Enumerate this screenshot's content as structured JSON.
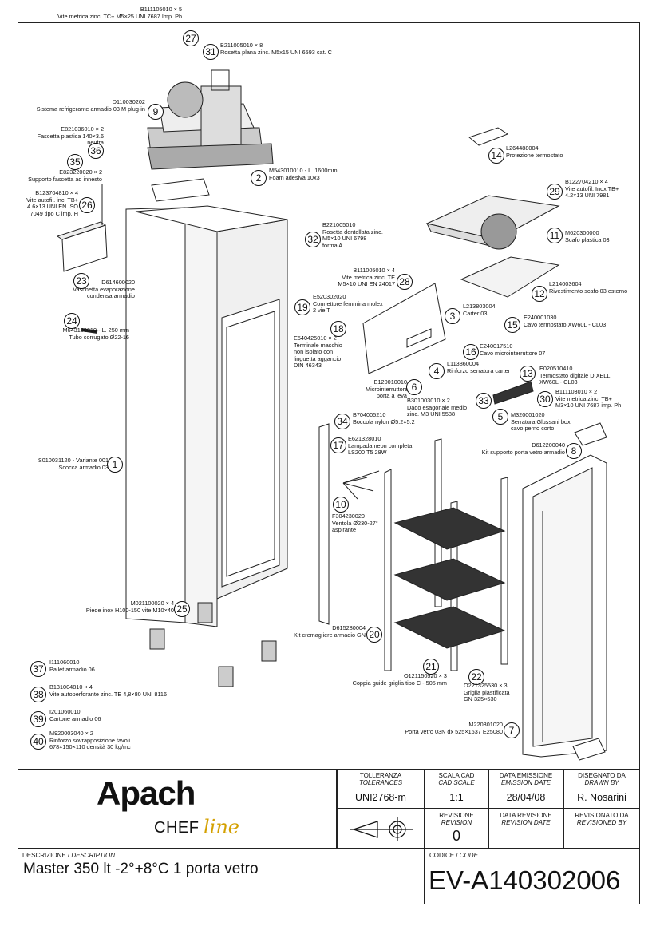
{
  "callouts": [
    {
      "n": "27",
      "code": "B111105010 × 5",
      "desc": "Vite metrica zinc. TC+ M5×25 UNI 7687 Imp. Ph"
    },
    {
      "n": "31",
      "code": "B211005010 × 8",
      "desc": "Rosetta plana zinc. M5x15 UNI 6593 cat. C"
    },
    {
      "n": "9",
      "code": "D110030202",
      "desc": "Sistema refrigerante armadio 03 M plug-in"
    },
    {
      "n": "36",
      "code": "E821036010 × 2",
      "desc": "Fascetta plastica 140×3.6 neutra"
    },
    {
      "n": "35",
      "code": "E823220020 × 2",
      "desc": "Supporto fascetta ad innesto"
    },
    {
      "n": "26",
      "code": "B123704810 × 4",
      "desc": "Vite autofil. inc. TB+\n4.6×13 UNI EN ISO\n7049 tipo C imp. H"
    },
    {
      "n": "2",
      "code": "M543010010 - L. 1600mm",
      "desc": "Foam adesiva 10x3"
    },
    {
      "n": "32",
      "code": "B221005010",
      "desc": "Rosetta dentellata zinc.\nM5×10 UNI 6798\nforma A"
    },
    {
      "n": "23",
      "code": "D614600020",
      "desc": "Vaschetta evaporazione\ncondensa armadio"
    },
    {
      "n": "24",
      "code": "M643180010 - L. 250 mm",
      "desc": "Tubo corrugato Ø22-16"
    },
    {
      "n": "28",
      "code": "B111005010 × 4",
      "desc": "Vite metrica zinc. TE\nM5×10 UNI EN 24017"
    },
    {
      "n": "19",
      "code": "E520302020",
      "desc": "Connettore femmina molex\n2 vie T"
    },
    {
      "n": "18",
      "code": "E540425010 × 2",
      "desc": "Terminale maschio\nnon isolato con\nlinguetta aggancio\nDIN 46343"
    },
    {
      "n": "14",
      "code": "L264488004",
      "desc": "Protezione termostato"
    },
    {
      "n": "29",
      "code": "B122704210 × 4",
      "desc": "Vite autofil. Inox TB+\n4.2×13 UNI 7981"
    },
    {
      "n": "11",
      "code": "M620300000",
      "desc": "Scafo plastica 03"
    },
    {
      "n": "12",
      "code": "L214003604",
      "desc": "Rivestimento scafo 03 esterno"
    },
    {
      "n": "3",
      "code": "L213803004",
      "desc": "Carter 03"
    },
    {
      "n": "15",
      "code": "E240001030",
      "desc": "Cavo termostato XW60L - CL03"
    },
    {
      "n": "16",
      "code": "E240017510",
      "desc": "Cavo microinterruttore 07"
    },
    {
      "n": "4",
      "code": "L113860004",
      "desc": "Rinforzo serratura carter"
    },
    {
      "n": "6",
      "code": "E120010010",
      "desc": "Microinterruttore porta a leva"
    },
    {
      "n": "13",
      "code": "E020510410",
      "desc": "Termostato digitale DIXELL\nXW60L - CL03"
    },
    {
      "n": "30",
      "code": "B111103010 × 2",
      "desc": "Vite metrica zinc. TB+\nM3×10 UNI 7687 imp. Ph"
    },
    {
      "n": "33",
      "code": "B301003010 × 2",
      "desc": "Dado esagonale medio\nzinc. M3 UNI 5588"
    },
    {
      "n": "5",
      "code": "M320001020",
      "desc": "Serratura Glussani box\ncavo perno corto"
    },
    {
      "n": "34",
      "code": "B704005210",
      "desc": "Boccola nylon Ø5.2×5.2"
    },
    {
      "n": "17",
      "code": "E621328010",
      "desc": "Lampada neon completa\nLS200 T5 28W"
    },
    {
      "n": "8",
      "code": "D612200040",
      "desc": "Kit supporto porta vetro armadio"
    },
    {
      "n": "1",
      "code": "S010031120 - Variante 001",
      "desc": "Scocca armadio 03"
    },
    {
      "n": "10",
      "code": "F304230020",
      "desc": "Ventola Ø230-27°\naspirante"
    },
    {
      "n": "25",
      "code": "M021100020 × 4",
      "desc": "Piede inox H100-150 vite M10×40"
    },
    {
      "n": "20",
      "code": "D615280004",
      "desc": "Kit cremagliere armadio GN"
    },
    {
      "n": "21",
      "code": "O121150520 × 3",
      "desc": "Coppia guide griglia tipo C - 505 mm"
    },
    {
      "n": "22",
      "code": "O221325530 × 3",
      "desc": "Griglia plastificata\nGN 325×530"
    },
    {
      "n": "7",
      "code": "M220301020",
      "desc": "Porta vetro 03N dx 525×1637 E25080"
    },
    {
      "n": "37",
      "code": "I111060010",
      "desc": "Pallet armadio 06"
    },
    {
      "n": "38",
      "code": "B131004810 × 4",
      "desc": "Vite autoperforante zinc. TE 4,8×80 UNI 8116"
    },
    {
      "n": "39",
      "code": "I201060010",
      "desc": "Cartone armadio 06"
    },
    {
      "n": "40",
      "code": "M920003040 × 2",
      "desc": "Rinforzo sovrapposizione tavoli\n678×150×110 densità 30 kg/mc"
    }
  ],
  "titleblock": {
    "brand": "Apach",
    "brand_sub": "CHEF",
    "brand_script": "line",
    "tolerances_h": "TOLLERANZA",
    "tolerances_h_en": "TOLERANCES",
    "tolerances": "UNI2768-m",
    "scale_h": "SCALA CAD",
    "scale_h_en": "CAD SCALE",
    "scale": "1:1",
    "emission_h": "DATA EMISSIONE",
    "emission_h_en": "EMISSION DATE",
    "emission": "28/04/08",
    "drawn_h": "DISEGNATO DA",
    "drawn_h_en": "DRAWN BY",
    "drawn": "R. Nosarini",
    "revision_h": "REVISIONE",
    "revision_h_en": "REVISION",
    "revision": "0",
    "revdate_h": "DATA REVISIONE",
    "revdate_h_en": "REVISION DATE",
    "revdate": "",
    "revby_h": "REVISIONATO DA",
    "revby_h_en": "REVISIONED BY",
    "revby": "",
    "desc_h": "DESCRIZIONE",
    "desc_h_en": "DESCRIPTION",
    "description": "Master 350 lt -2°+8°C 1 porta vetro",
    "code_h": "CODICE",
    "code_h_en": "CODE",
    "code": "EV-A140302006"
  }
}
